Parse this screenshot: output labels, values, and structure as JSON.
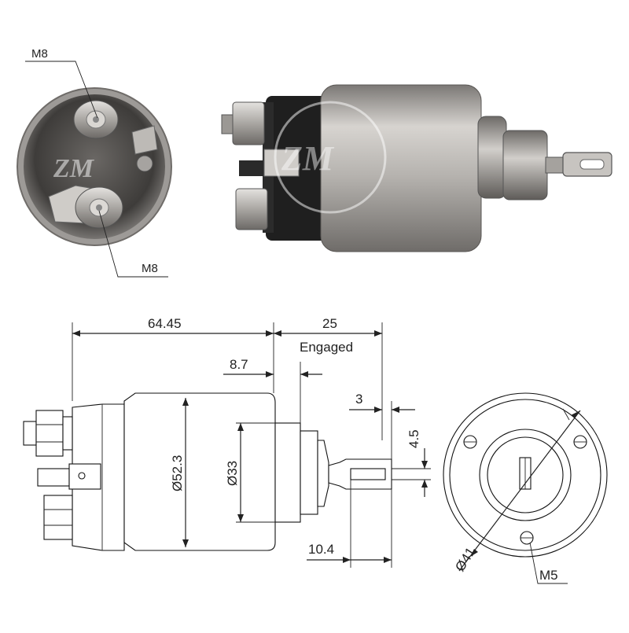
{
  "photo_callouts": {
    "top_terminal_thread": "M8",
    "bottom_terminal_thread": "M8"
  },
  "dimensions": {
    "overall_length": "64.45",
    "plunger_travel": "25",
    "engaged_label": "Engaged",
    "front_step": "8.7",
    "body_diameter": "Ø52.3",
    "nose_diameter": "Ø33",
    "eye_thickness": "3",
    "eye_slot_width": "4.5",
    "eye_length": "10.4",
    "bolt_circle_diameter": "Ø41",
    "mount_hole_thread": "M5"
  },
  "colors": {
    "line": "#222222",
    "photo_metal_light": "#c9c6c2",
    "photo_metal_dark": "#55524f",
    "photo_black": "#1c1c1c"
  }
}
